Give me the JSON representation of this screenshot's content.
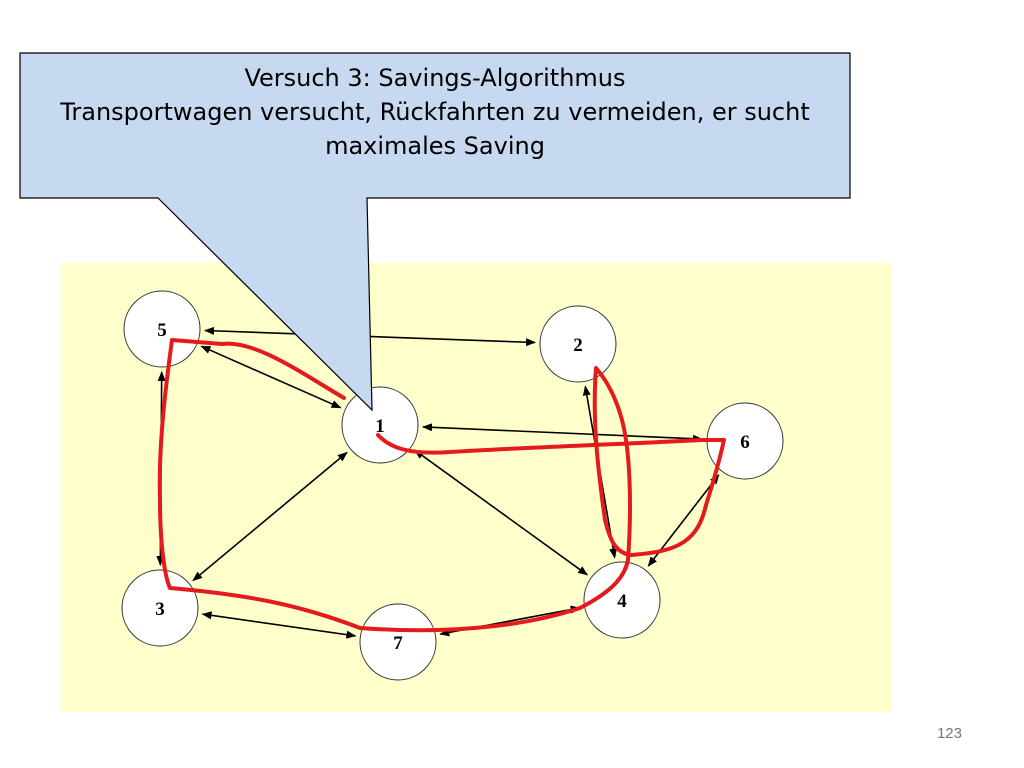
{
  "callout": {
    "line1": "Versuch 3: Savings-Algorithmus",
    "line2": "Transportwagen versucht, Rückfahrten zu vermeiden, er sucht",
    "line3": "maximales Saving"
  },
  "graph": {
    "nodes": [
      {
        "id": "5",
        "label": "5"
      },
      {
        "id": "2",
        "label": "2"
      },
      {
        "id": "1",
        "label": "1"
      },
      {
        "id": "6",
        "label": "6"
      },
      {
        "id": "3",
        "label": "3"
      },
      {
        "id": "4",
        "label": "4"
      },
      {
        "id": "7",
        "label": "7"
      }
    ],
    "edges": [
      [
        "5",
        "2"
      ],
      [
        "5",
        "1"
      ],
      [
        "5",
        "3"
      ],
      [
        "1",
        "6"
      ],
      [
        "1",
        "3"
      ],
      [
        "1",
        "4"
      ],
      [
        "2",
        "4"
      ],
      [
        "4",
        "6"
      ],
      [
        "3",
        "7"
      ],
      [
        "7",
        "4"
      ]
    ],
    "savings_route": [
      "1",
      "5",
      "3",
      "7",
      "4",
      "2",
      "4",
      "6",
      "1"
    ]
  },
  "colors": {
    "panel": "#ffffcc",
    "callout_fill": "#c6d9f1",
    "route": "#e41a1c",
    "arrow": "#000000"
  },
  "page_number": "123"
}
